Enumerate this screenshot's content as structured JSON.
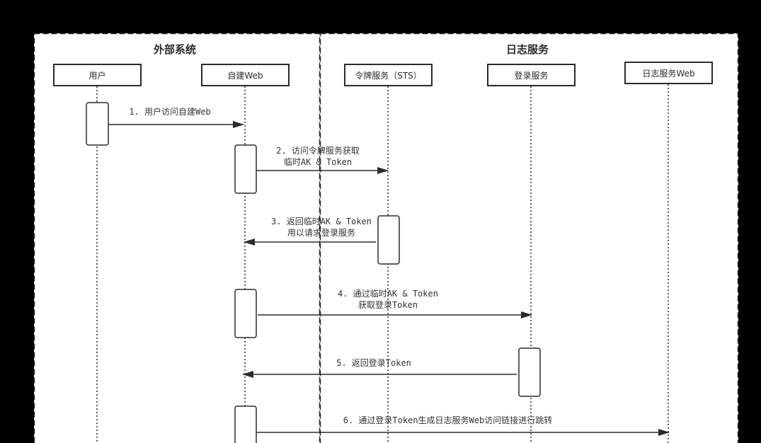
{
  "groups": {
    "external": {
      "title": "外部系统"
    },
    "log_service": {
      "title": "日志服务"
    }
  },
  "participants": [
    {
      "id": "user",
      "label": "用户"
    },
    {
      "id": "web",
      "label": "自建Web"
    },
    {
      "id": "sts",
      "label": "令牌服务（STS）"
    },
    {
      "id": "login",
      "label": "登录服务"
    },
    {
      "id": "logweb",
      "label": "日志服务Web"
    }
  ],
  "messages": [
    {
      "step": "1",
      "from": "user",
      "to": "web",
      "line1": "1. 用户访问自建Web",
      "line2": ""
    },
    {
      "step": "2",
      "from": "web",
      "to": "sts",
      "line1": "2. 访问令牌服务获取",
      "line2": "临时AK & Token"
    },
    {
      "step": "3",
      "from": "sts",
      "to": "web",
      "line1": "3. 返回临时AK & Token",
      "line2": "用以请求登录服务"
    },
    {
      "step": "4",
      "from": "web",
      "to": "login",
      "line1": "4. 通过临时AK & Token",
      "line2": "获取登录Token"
    },
    {
      "step": "5",
      "from": "login",
      "to": "web",
      "line1": "5. 返回登录Token",
      "line2": ""
    },
    {
      "step": "6",
      "from": "web",
      "to": "logweb",
      "line1": "6. 通过登录Token生成日志服务Web访问链接进行跳转",
      "line2": ""
    }
  ],
  "colors": {
    "background": "#000000",
    "panel": "#ffffff",
    "stroke": "#2b2b2b"
  }
}
